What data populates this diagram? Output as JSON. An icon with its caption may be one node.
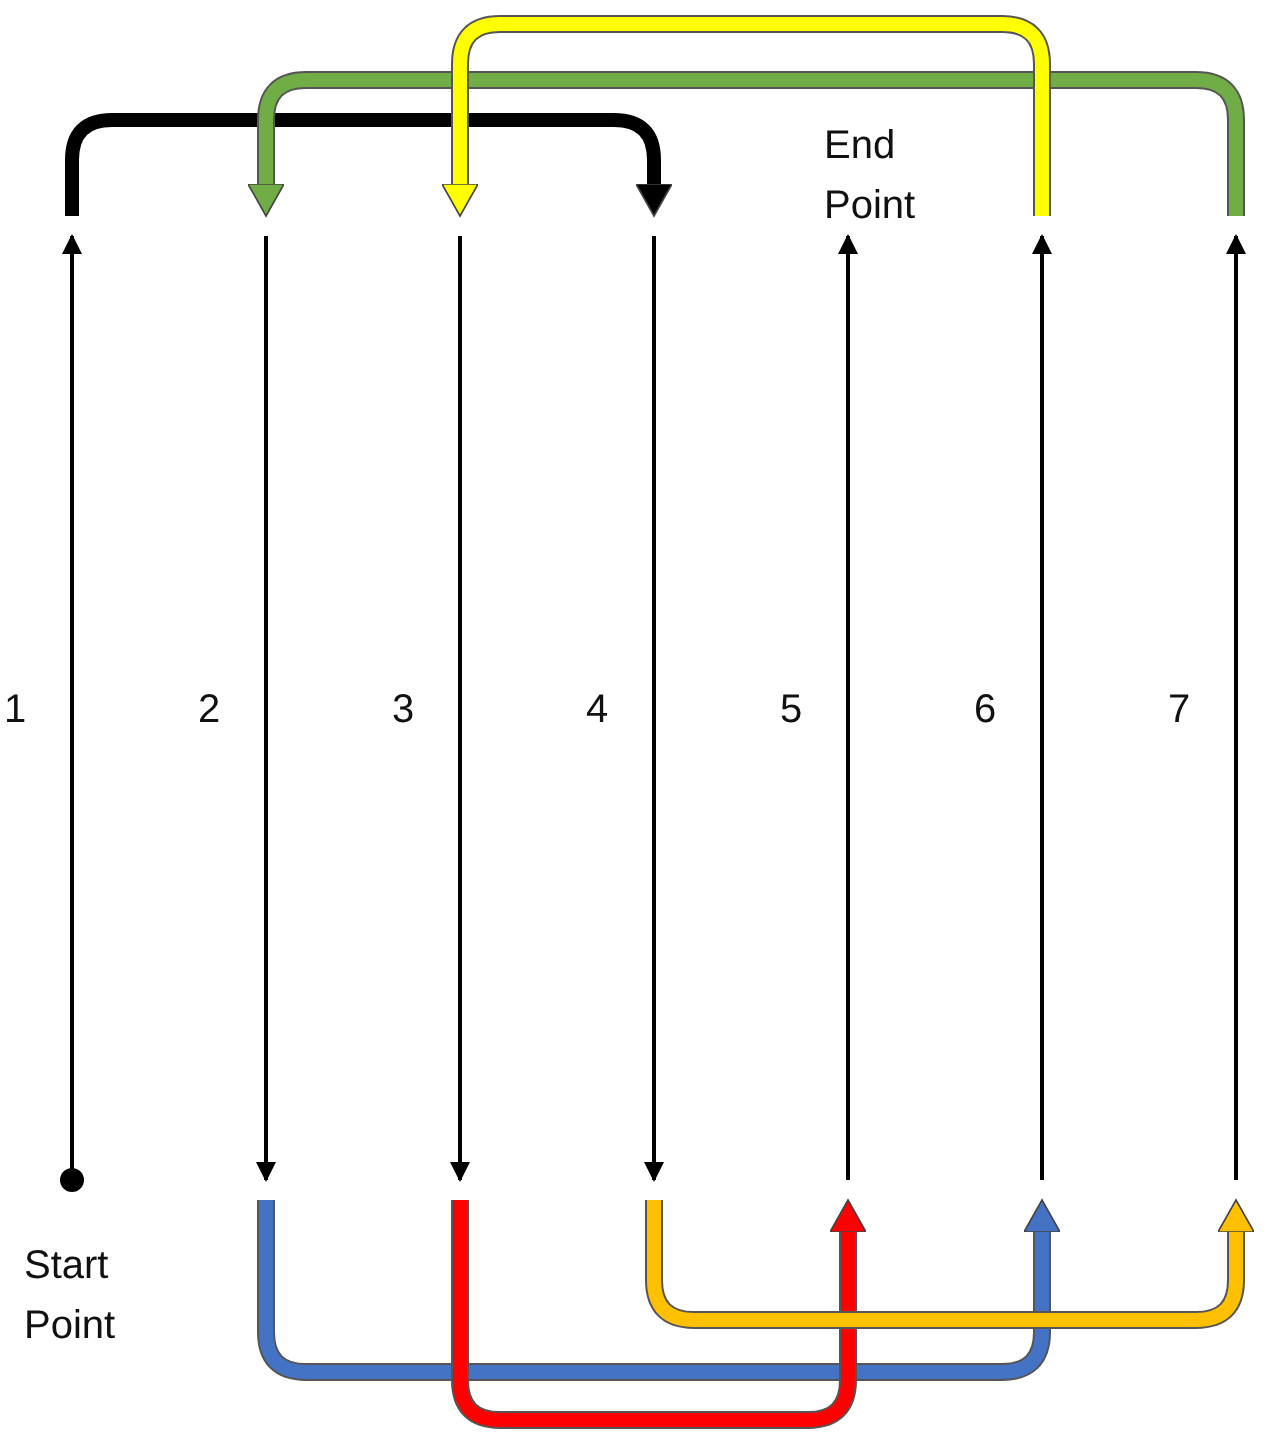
{
  "diagram": {
    "nodes": [
      {
        "text": [
          "1"
        ]
      },
      {
        "text": [
          "2"
        ]
      },
      {
        "text": [
          "3"
        ]
      },
      {
        "text": [
          "4"
        ]
      },
      {
        "text": [
          "5"
        ]
      },
      {
        "text": [
          "6"
        ]
      },
      {
        "text": [
          "7"
        ]
      }
    ],
    "edges": [
      {
        "from": 0,
        "to": 3,
        "arrow": "to",
        "color": "#000000"
      },
      {
        "from": 6,
        "to": 1,
        "arrow": "to",
        "color": "#70ad47"
      },
      {
        "from": 5,
        "to": 2,
        "arrow": "to",
        "color": "#ffff00"
      },
      {
        "from": 1,
        "to": 5,
        "arrow": "to",
        "color": "#4472c4"
      },
      {
        "from": 2,
        "to": 4,
        "arrow": "to",
        "color": "#ff0000"
      },
      {
        "from": 3,
        "to": 6,
        "arrow": "to",
        "color": "#ffc000"
      }
    ],
    "labels": [
      "End Point",
      "Start Point"
    ]
  }
}
